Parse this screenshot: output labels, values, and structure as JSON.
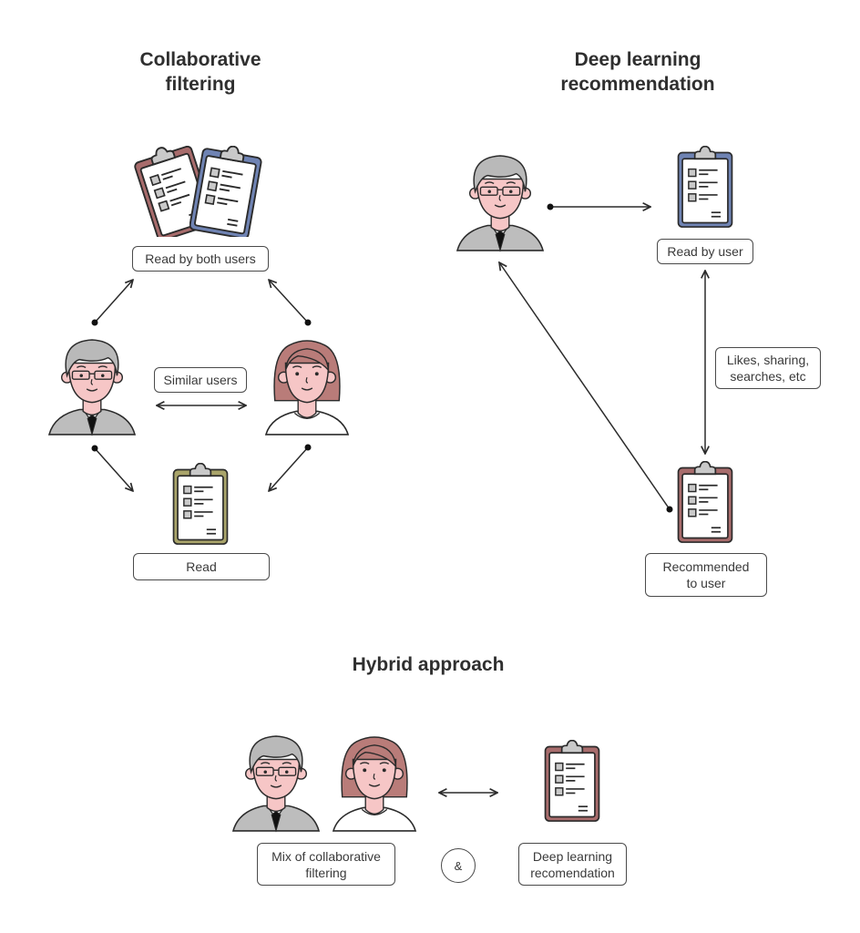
{
  "sections": {
    "collaborative": {
      "title": "Collaborative\nfiltering",
      "labels": {
        "read_by_both": "Read by both users",
        "similar_users": "Similar users",
        "read": "Read"
      }
    },
    "deep_learning": {
      "title": "Deep learning\nrecommendation",
      "labels": {
        "read_by_user": "Read by user",
        "signals": "Likes, sharing,\nsearches, etc",
        "recommended": "Recommended\nto user"
      }
    },
    "hybrid": {
      "title": "Hybrid approach",
      "labels": {
        "mix": "Mix of collaborative\nfiltering",
        "ampersand": "&",
        "deep": "Deep learning\nrecomendation"
      }
    }
  },
  "colors": {
    "clipboard_red": "#a86c6c",
    "clipboard_blue": "#6f83b3",
    "clipboard_olive": "#a9a46a",
    "skin": "#f6c6c6",
    "hair_gray": "#b9b9b9",
    "hair_brown": "#b97c79",
    "outline": "#2b2b2b"
  }
}
